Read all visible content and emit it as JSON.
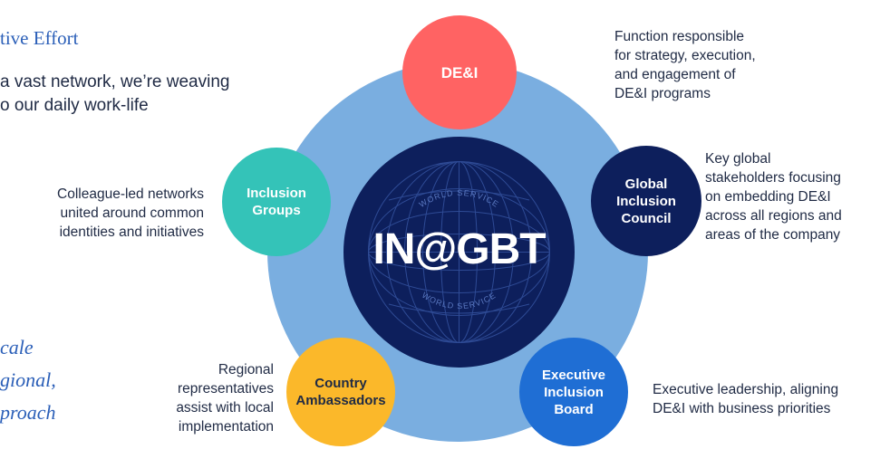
{
  "left_panel": {
    "heading": "tive Effort",
    "intro_lines": [
      "a vast network, we’re weaving",
      "o our daily work-life"
    ],
    "quote_lines": [
      "cale",
      "gional,",
      "proach"
    ]
  },
  "diagram": {
    "hub_label": "IN@GBT",
    "hub_emblem_text": "WORLD SERVICE",
    "colors": {
      "outer_ring": "#7aaee0",
      "hub": "#0d1f5c",
      "dei": "#ff6363",
      "inclusion_groups": "#34c3b8",
      "council": "#0d1f5c",
      "country": "#fbb82a",
      "exec": "#1f6ed4"
    },
    "nodes": {
      "dei": {
        "label_lines": [
          "DE&I"
        ],
        "description_lines": [
          "Function responsible",
          "for strategy, execution,",
          "and engagement of",
          "DE&I programs"
        ]
      },
      "council": {
        "label_lines": [
          "Global",
          "Inclusion",
          "Council"
        ],
        "description_lines": [
          "Key global",
          "stakeholders focusing",
          "on embedding DE&I",
          "across all regions and",
          "areas of the company"
        ]
      },
      "inclusion_groups": {
        "label_lines": [
          "Inclusion",
          "Groups"
        ],
        "description_lines": [
          "Colleague-led networks",
          "united around common",
          "identities and initiatives"
        ]
      },
      "country": {
        "label_lines": [
          "Country",
          "Ambassadors"
        ],
        "description_lines": [
          "Regional",
          "representatives",
          "assist with local",
          "implementation"
        ]
      },
      "exec": {
        "label_lines": [
          "Executive",
          "Inclusion",
          "Board"
        ],
        "description_lines": [
          "Executive leadership, aligning",
          "DE&I with business priorities"
        ]
      }
    }
  }
}
